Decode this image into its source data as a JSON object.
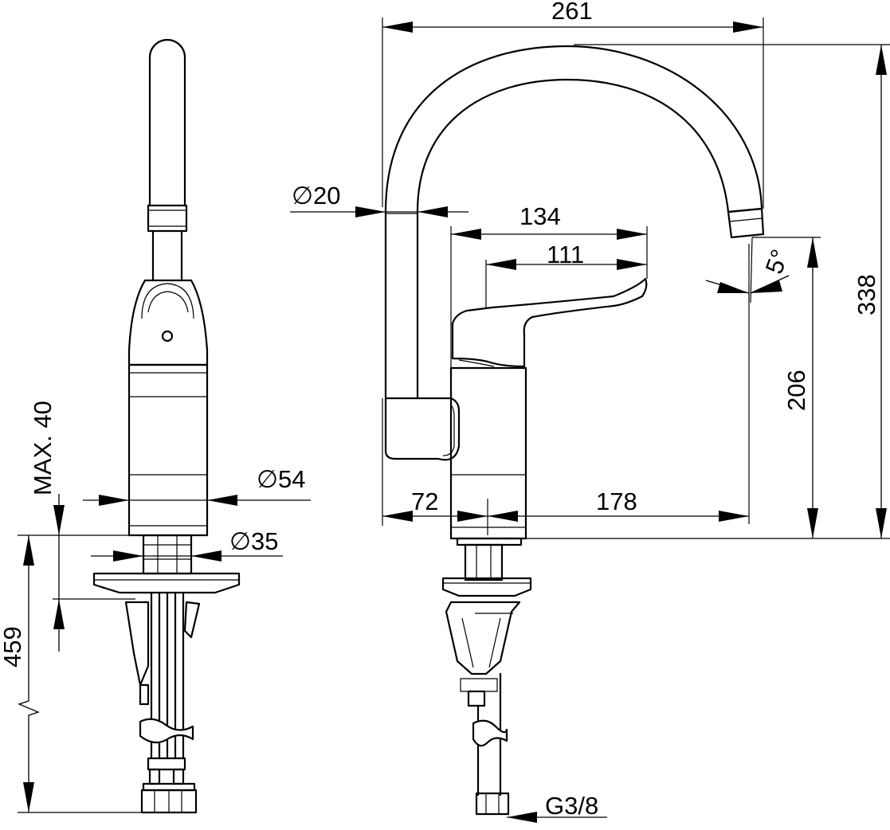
{
  "drawing": {
    "side_view": {
      "dims": {
        "max_height": "MAX. 40",
        "body_diameter": "∅54",
        "shank_diameter": "∅35",
        "hose_length": "459"
      }
    },
    "front_view": {
      "dims": {
        "overall_width": "261",
        "spout_diameter": "∅20",
        "lever_reach_outer": "134",
        "lever_reach_inner": "111",
        "spout_angle": "5°",
        "overall_height": "338",
        "outlet_height": "206",
        "rear_offset": "72",
        "spout_reach": "178",
        "connection_thread": "G3/8"
      }
    }
  }
}
